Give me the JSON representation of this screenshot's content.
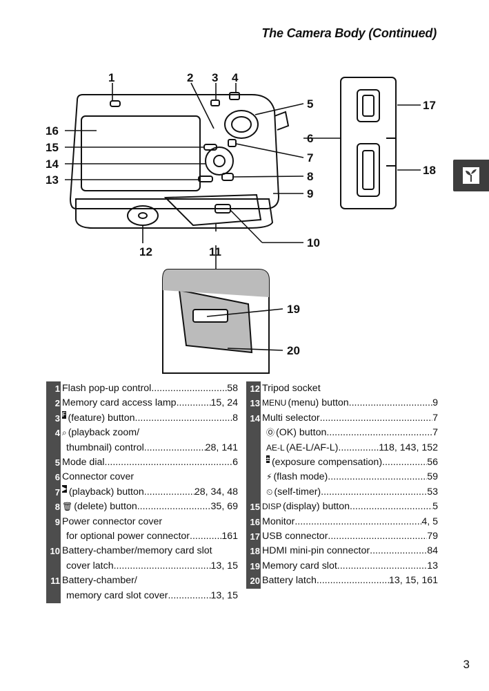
{
  "header": {
    "title": "The Camera Body (Continued)"
  },
  "callouts": [
    "1",
    "2",
    "3",
    "4",
    "5",
    "6",
    "7",
    "8",
    "9",
    "10",
    "11",
    "12",
    "13",
    "14",
    "15",
    "16",
    "17",
    "18",
    "19",
    "20"
  ],
  "legend_left": [
    {
      "num": "1",
      "label": "Flash pop-up control",
      "page": "58"
    },
    {
      "num": "2",
      "label": "Memory card access lamp",
      "page": "15, 24"
    },
    {
      "num": "3",
      "icon": "F",
      "label": "(feature) button",
      "page": "8"
    },
    {
      "num": "4",
      "icon": "zoom",
      "label": "(playback zoom/"
    },
    {
      "num": "",
      "label": "thumbnail) control",
      "page": "28, 141",
      "cont": true
    },
    {
      "num": "5",
      "label": "Mode dial",
      "page": "6"
    },
    {
      "num": "6",
      "label": "Connector cover"
    },
    {
      "num": "7",
      "icon": "play",
      "label": "(playback) button",
      "page": "28, 34, 48"
    },
    {
      "num": "8",
      "icon": "trash",
      "label": "(delete) button",
      "page": "35, 69"
    },
    {
      "num": "9",
      "label": "Power connector cover"
    },
    {
      "num": "",
      "label": "for optional power connector",
      "page": "161",
      "cont": true
    },
    {
      "num": "10",
      "label": "Battery-chamber/memory card slot"
    },
    {
      "num": "",
      "label": "cover latch",
      "page": "13, 15",
      "cont": true
    },
    {
      "num": "11",
      "label": "Battery-chamber/"
    },
    {
      "num": "",
      "label": "memory card slot cover",
      "page": "13, 15",
      "cont": true
    }
  ],
  "legend_right": [
    {
      "num": "12",
      "label": "Tripod socket"
    },
    {
      "num": "13",
      "icon": "MENU",
      "label": "(menu) button",
      "page": "9"
    },
    {
      "num": "14",
      "label": "Multi selector",
      "page": "7"
    },
    {
      "num": "",
      "icon": "OK",
      "label": "(OK) button",
      "page": "7",
      "cont": true
    },
    {
      "num": "",
      "icon": "AE-AF",
      "label": "(AE-L/AF-L)",
      "page": "118, 143, 152",
      "cont": true
    },
    {
      "num": "",
      "icon": "exposure",
      "label": "(exposure compensation)",
      "page": "56",
      "cont": true
    },
    {
      "num": "",
      "icon": "flash",
      "label": "(flash mode)",
      "page": "59",
      "cont": true
    },
    {
      "num": "",
      "icon": "timer",
      "label": "(self-timer)",
      "page": "53",
      "cont": true
    },
    {
      "num": "15",
      "icon": "DISP",
      "label": "(display) button",
      "page": "5"
    },
    {
      "num": "16",
      "label": "Monitor",
      "page": "4, 5"
    },
    {
      "num": "17",
      "label": "USB connector",
      "page": "79"
    },
    {
      "num": "18",
      "label": "HDMI mini-pin connector",
      "page": "84"
    },
    {
      "num": "19",
      "label": "Memory card slot",
      "page": "13"
    },
    {
      "num": "20",
      "label": "Battery latch",
      "page": "13, 15, 161"
    }
  ],
  "footer": {
    "page_number": "3"
  }
}
